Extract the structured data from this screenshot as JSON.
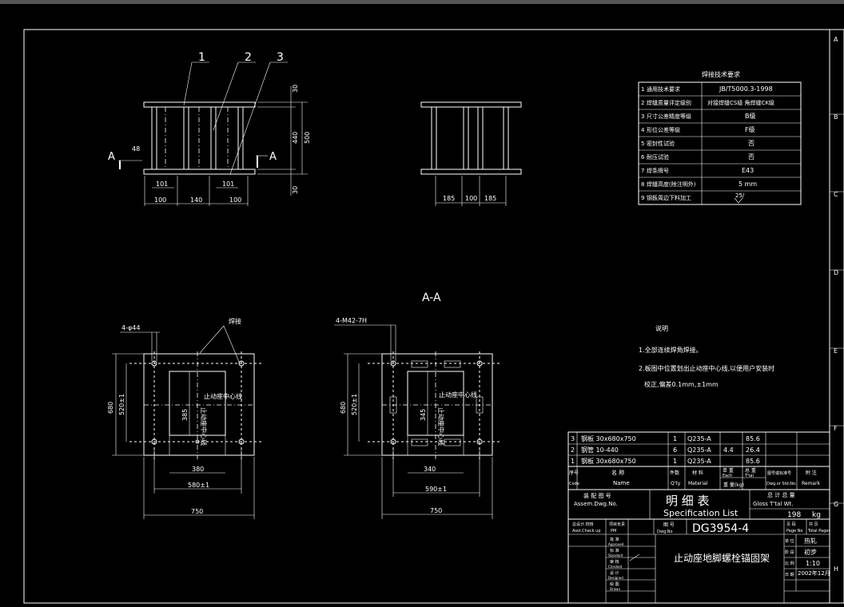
{
  "view_labels": {
    "part_1": "1",
    "part_2": "2",
    "part_3": "3",
    "section_a_left": "A",
    "section_a_right": "A",
    "section_title": "A-A"
  },
  "front_view_dims": {
    "d48": "48",
    "d101_left": "101",
    "d101_right": "101",
    "d100_left": "100",
    "d140": "140",
    "d100_right": "100",
    "d30_top": "30",
    "d440": "440",
    "d500": "500",
    "d30_bottom": "30"
  },
  "side_view_dims": {
    "d185_left": "185",
    "d100": "100",
    "d185_right": "185"
  },
  "plan_left": {
    "hole_note": "4-φ44",
    "weld_label": "焊接",
    "center_label": "止动座中心线",
    "vert_center_label": "止动座中心线",
    "d680": "680",
    "d520": "520±1",
    "d385": "385",
    "d380": "380",
    "d580": "580±1",
    "d750": "750"
  },
  "plan_right": {
    "hole_note": "4-M42-7H",
    "center_label": "止动座中心线",
    "vert_center_label": "止动座中心线",
    "d680": "680",
    "d520": "520±1",
    "d345": "345",
    "d340": "340",
    "d590": "590±1",
    "d750": "750"
  },
  "weld_req": {
    "title": "焊接技术要求",
    "rows": [
      {
        "no": "1",
        "item": "通用技术要求",
        "value": "JB/T5000.3-1998"
      },
      {
        "no": "2",
        "item": "焊缝质量评定级别",
        "value": "对接焊缝CS级  角焊缝CK级"
      },
      {
        "no": "3",
        "item": "尺寸公差精度等级",
        "value": "B级"
      },
      {
        "no": "4",
        "item": "形位公差等级",
        "value": "F级"
      },
      {
        "no": "5",
        "item": "密封性试验",
        "value": "否"
      },
      {
        "no": "6",
        "item": "耐压试验",
        "value": "否"
      },
      {
        "no": "7",
        "item": "焊条牌号",
        "value": "E43"
      },
      {
        "no": "8",
        "item": "焊缝高度(除注明外)",
        "value": "5  mm"
      },
      {
        "no": "9",
        "item": "钢板周边下料加工",
        "value": "25/"
      }
    ]
  },
  "notes": {
    "title": "说明",
    "line1": "1.全部连续焊角焊接。",
    "line2": "2.板图中位置划出止动座中心线,以便用户安装时",
    "line3": "校正,偏差0.1mm,±1mm"
  },
  "bom": {
    "rows": [
      {
        "no": "3",
        "name": "钢板  30x680x750",
        "qty": "1",
        "mat": "Q235-A",
        "unit": "",
        "total": "85.6"
      },
      {
        "no": "2",
        "name": "钢管  10-440",
        "qty": "6",
        "mat": "Q235-A",
        "unit": "4.4",
        "total": "26.4"
      },
      {
        "no": "1",
        "name": "钢板  30x680x750",
        "qty": "1",
        "mat": "Q235-A",
        "unit": "",
        "total": "85.6"
      }
    ],
    "hdr_no": "序号",
    "hdr_no_en": "Code",
    "hdr_name": "名  称",
    "hdr_name_en": "Name",
    "hdr_qty": "件数",
    "hdr_qty_en": "Q'ty",
    "hdr_mat": "材 料",
    "hdr_mat_en": "Material",
    "hdr_unit": "单 重",
    "hdr_total": "总 重",
    "hdr_unit_en": "Each",
    "hdr_total_en": "T'tal",
    "hdr_weight": "重 量(kg)",
    "hdr_std": "图号或标准号",
    "hdr_std_en": "Dwg.or Std.No.",
    "hdr_remark": "附 注",
    "hdr_remark_en": "Remark"
  },
  "title_block": {
    "assem_cn": "装 配 图 号",
    "assem_en": "Assem.Dwg.No.",
    "spec_cn": "明  细  表",
    "spec_en": "Specification  List",
    "weight_cn": "总 计 总 量",
    "weight_en": "Gloss T'tal Wt.",
    "weight_value": "198",
    "weight_unit": "kg",
    "dwg_label": "图 号",
    "dwg_label_en": "Dwg.No",
    "dwg_no": "DG3954-4",
    "approver_label": "总设计.校核",
    "approver_en": "Asst.Check up",
    "pm_label": "项目负责",
    "pm_en": "PM",
    "approved_cn": "批 准",
    "approved_en": "Approved",
    "standard_cn": "标 准",
    "standard_en": "Standard",
    "checked_cn": "审 核",
    "checked_en": "Checked",
    "designed_cn": "设 计",
    "designed_en": "Designed",
    "drawn_cn": "绘 图",
    "drawn_en": "Drawn",
    "title": "止动座地脚螺栓锚固架",
    "page_cn": "页 码",
    "page_en": "Page No",
    "total_cn": "共 页",
    "total_en": "Total Pages",
    "unit_cn": "单 位",
    "unit_value": "热轧",
    "stage_cn": "阶 段",
    "stage_value": "初步",
    "scale_cn": "比 例",
    "scale_value": "1:10",
    "date_cn": "日 期",
    "date_value": "2002年12月"
  },
  "border_letters": [
    "A",
    "B",
    "C",
    "D",
    "E",
    "F",
    "G",
    "H"
  ],
  "colors": {
    "background": "#000000",
    "lines": "#ffffff"
  }
}
